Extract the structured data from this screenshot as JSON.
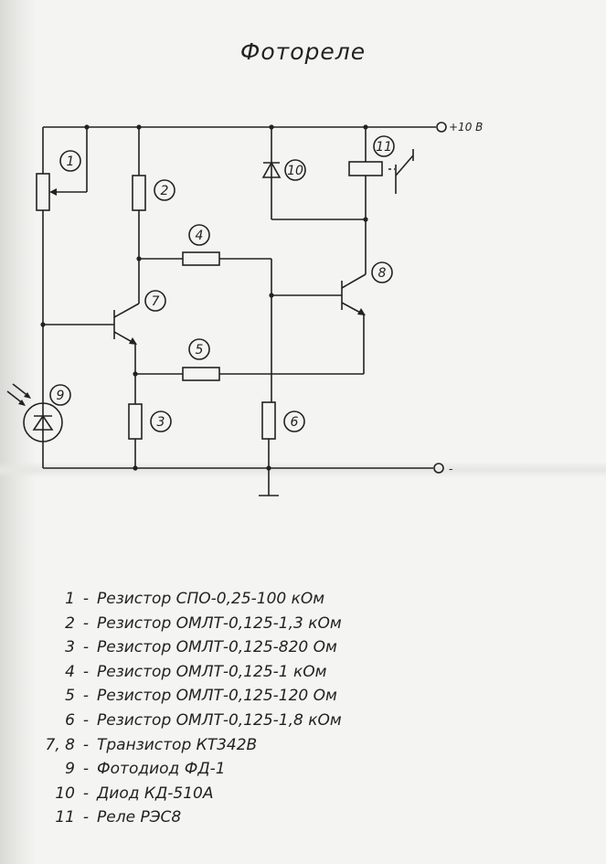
{
  "title": "Фотореле",
  "terminals": {
    "positive": "+10 В",
    "negative": "-"
  },
  "component_labels": {
    "r1": "1",
    "r2": "2",
    "r3": "3",
    "r4": "4",
    "r5": "5",
    "r6": "6",
    "t7": "7",
    "t8": "8",
    "pd9": "9",
    "d10": "10",
    "k11": "11"
  },
  "parts_list": [
    {
      "id": "1",
      "text": "Резистор СПО-0,25-100 кОм"
    },
    {
      "id": "2",
      "text": "Резистор ОМЛТ-0,125-1,3 кОм"
    },
    {
      "id": "3",
      "text": "Резистор ОМЛТ-0,125-820 Ом"
    },
    {
      "id": "4",
      "text": "Резистор ОМЛТ-0,125-1 кОм"
    },
    {
      "id": "5",
      "text": "Резистор ОМЛТ-0,125-120 Ом"
    },
    {
      "id": "6",
      "text": "Резистор ОМЛТ-0,125-1,8 кОм"
    },
    {
      "id": "7, 8",
      "text": "Транзистор КТ342В"
    },
    {
      "id": "9",
      "text": "Фотодиод ФД-1"
    },
    {
      "id": "10",
      "text": "Диод КД-510А"
    },
    {
      "id": "11",
      "text": "Реле РЭС8"
    }
  ],
  "list_separator": "-"
}
